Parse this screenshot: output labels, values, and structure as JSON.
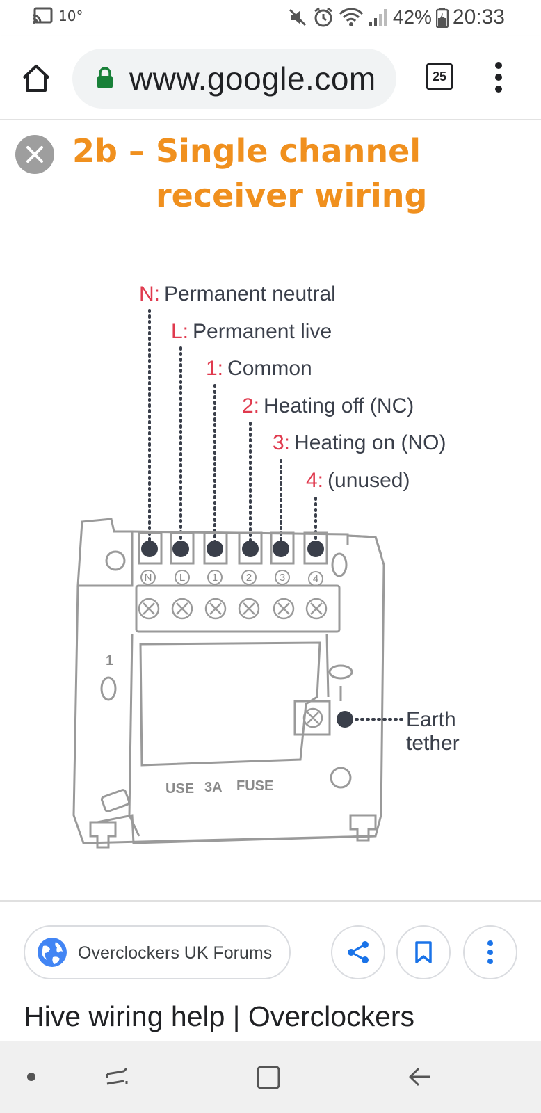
{
  "status_bar": {
    "temperature": "10°",
    "battery_percent": "42%",
    "time": "20:33"
  },
  "browser": {
    "url": "www.google.com",
    "tab_count": "25"
  },
  "image": {
    "title_line1": "2b – Single channel",
    "title_line2": "receiver wiring",
    "terminals": [
      {
        "code": "N:",
        "desc": "Permanent neutral"
      },
      {
        "code": "L:",
        "desc": "Permanent live"
      },
      {
        "code": "1:",
        "desc": "Common"
      },
      {
        "code": "2:",
        "desc": "Heating off (NC)"
      },
      {
        "code": "3:",
        "desc": "Heating on (NO)"
      },
      {
        "code": "4:",
        "desc": "(unused)"
      }
    ],
    "terminal_markers": [
      "N",
      "L",
      "1",
      "2",
      "3",
      "4"
    ],
    "board_number": "1",
    "fuse_labels": [
      "USE",
      "3A",
      "FUSE"
    ],
    "earth_label_line1": "Earth",
    "earth_label_line2": "tether",
    "colors": {
      "title": "#f0901e",
      "terminal_code": "#e03a4e",
      "line": "#3a3f4a"
    }
  },
  "result": {
    "source": "Overclockers UK Forums",
    "title": "Hive wiring help | Overclockers"
  }
}
